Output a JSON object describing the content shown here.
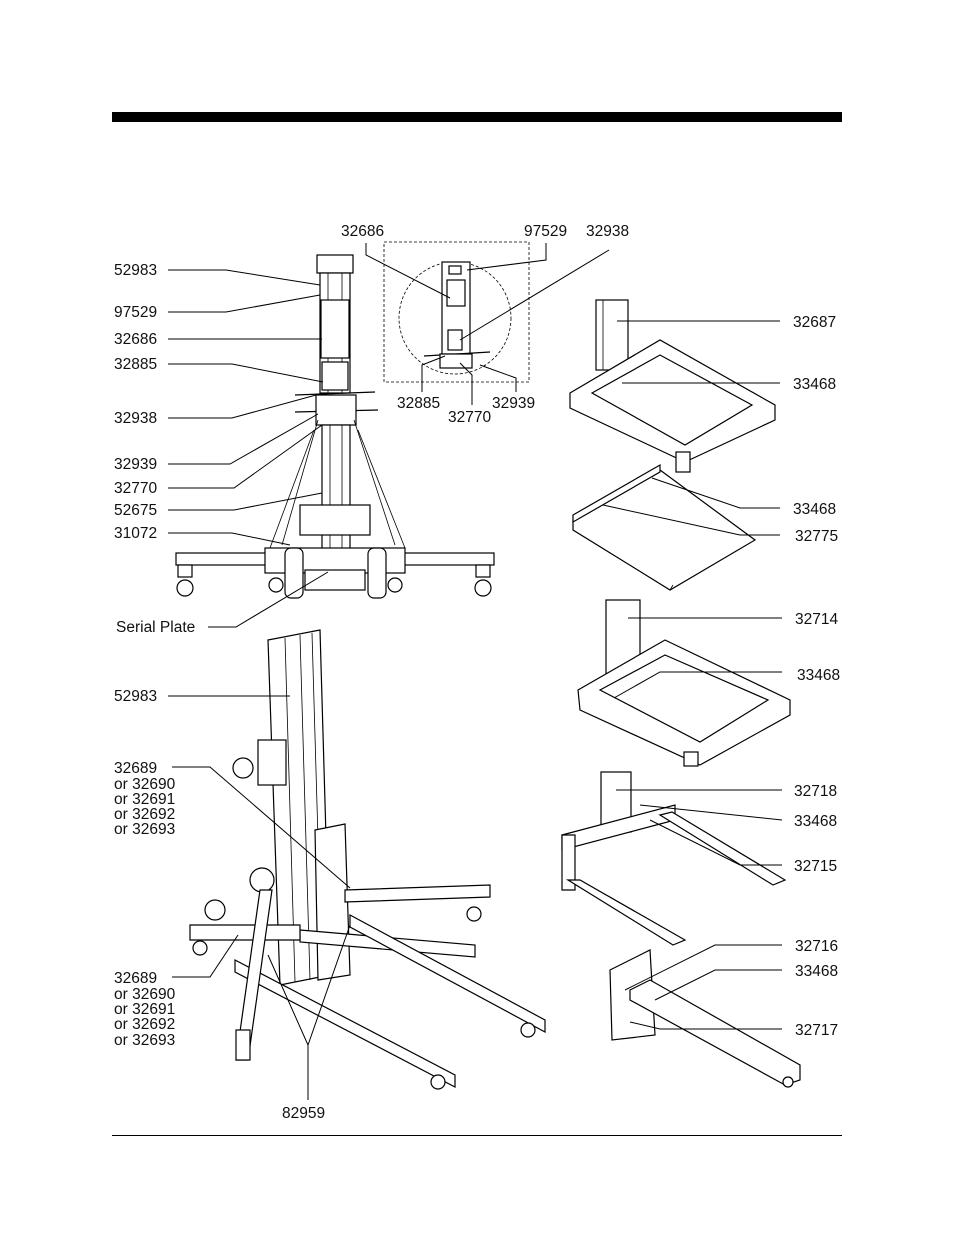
{
  "callouts": {
    "top_52983": "52983",
    "top_97529": "97529",
    "top_32686": "32686",
    "top_32885": "32885",
    "top_32938": "32938",
    "top_32939": "32939",
    "top_32770": "32770",
    "top_52675": "52675",
    "top_31072": "31072",
    "serial_plate": "Serial Plate",
    "det_32686": "32686",
    "det_97529": "97529",
    "det_32938": "32938",
    "det_32885": "32885",
    "det_32770": "32770",
    "det_32939": "32939",
    "low_52983": "52983",
    "low_set1": [
      "32689",
      "or 32690",
      "or 32691",
      "or 32692",
      "or 32693"
    ],
    "low_set2": [
      "32689",
      "or 32690",
      "or 32691",
      "or 32692",
      "or 32693"
    ],
    "low_82959": "82959",
    "r_32687": "32687",
    "r_33468_a": "33468",
    "r_33468_b": "33468",
    "r_32775": "32775",
    "r_32714": "32714",
    "r_33468_c": "33468",
    "r_32718": "32718",
    "r_33468_d": "33468",
    "r_32715": "32715",
    "r_32716": "32716",
    "r_33468_e": "33468",
    "r_32717": "32717"
  }
}
